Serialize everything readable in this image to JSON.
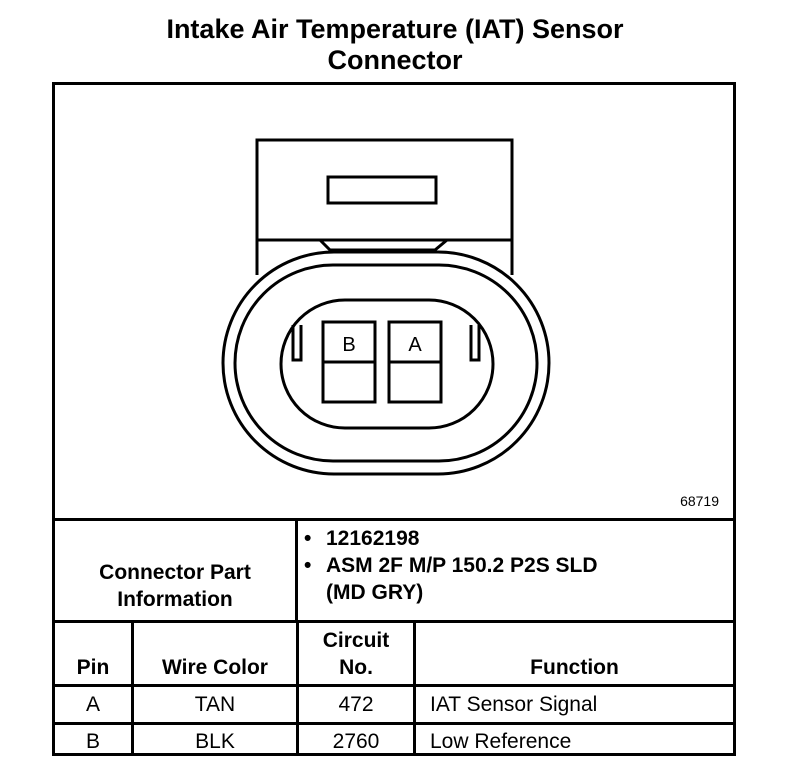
{
  "title_line1": "Intake Air Temperature (IAT) Sensor",
  "title_line2": "Connector",
  "figure_number": "68719",
  "pins_drawn": [
    "B",
    "A"
  ],
  "connector_part_info": {
    "label_line1": "Connector Part",
    "label_line2": "Information",
    "items": [
      "12162198",
      "ASM 2F M/P 150.2 P2S SLD",
      "(MD GRY)"
    ]
  },
  "table": {
    "headers": {
      "pin": "Pin",
      "wire_color": "Wire Color",
      "circuit_line1": "Circuit",
      "circuit_line2": "No.",
      "function": "Function"
    },
    "rows": [
      {
        "pin": "A",
        "wire_color": "TAN",
        "circuit": "472",
        "function": "IAT Sensor Signal"
      },
      {
        "pin": "B",
        "wire_color": "BLK",
        "circuit": "2760",
        "function": "Low Reference"
      }
    ]
  }
}
